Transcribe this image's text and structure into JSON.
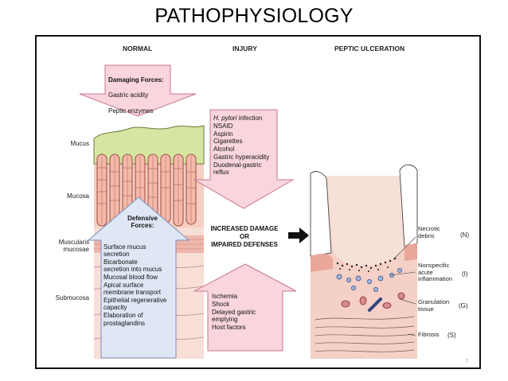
{
  "slide": {
    "title": "PATHOPHYSIOLOGY",
    "page_number": "7"
  },
  "columns": {
    "normal": "NORMAL",
    "injury": "INJURY",
    "ulcer": "PEPTIC ULCERATION"
  },
  "layers": {
    "mucus": "Mucus",
    "mucosa": "Mucosa",
    "muscularis": "Muscularis\nmucosae",
    "submucosa": "Submucosa"
  },
  "damaging": {
    "title": "Damaging Forces:",
    "items": [
      "Gastric acidity",
      "Peptic enzymes"
    ]
  },
  "defensive": {
    "title": "Defensive\nForces:",
    "items": [
      "Surface mucus",
      "   secretion",
      "Bicarbonate",
      "   secretion into mucus",
      "Mucosal blood flow",
      "Apical surface",
      "   membrane transport",
      "Epithelial regenerative",
      "   capacity",
      "Elaboration of",
      "   prostaglandins"
    ]
  },
  "injury_top": {
    "items_first": "H. pylori",
    "items_first_rest": " infection",
    "items": [
      "NSAID",
      "Aspirin",
      "Cigarettes",
      "Alcohol",
      "Gastric hyperacidity",
      "Duodenal-gastric",
      "   reflux"
    ]
  },
  "center_message": "INCREASED DAMAGE\nOR\nIMPAIRED DEFENSES",
  "injury_bottom": {
    "items": [
      "Ischemia",
      "Shock",
      "Delayed gastric",
      "   emptying",
      "Host factors"
    ]
  },
  "ulcer_labels": [
    {
      "text": "Necrotic\ndebris",
      "code": "(N)"
    },
    {
      "text": "Nonspecific\nacute\ninflammation",
      "code": "(I)"
    },
    {
      "text": "Granulation\ntissue",
      "code": "(G)"
    },
    {
      "text": "Fibrosis",
      "code": "(S)"
    }
  ],
  "colors": {
    "pink_box": "#f9d5de",
    "pink_border": "#c7788c",
    "blue_box": "#dfe6f4",
    "blue_border": "#7f8fb8",
    "mucus": "#d6e5a1",
    "crypt": "#f3b9a9",
    "tissue": "#f4d0c6"
  }
}
